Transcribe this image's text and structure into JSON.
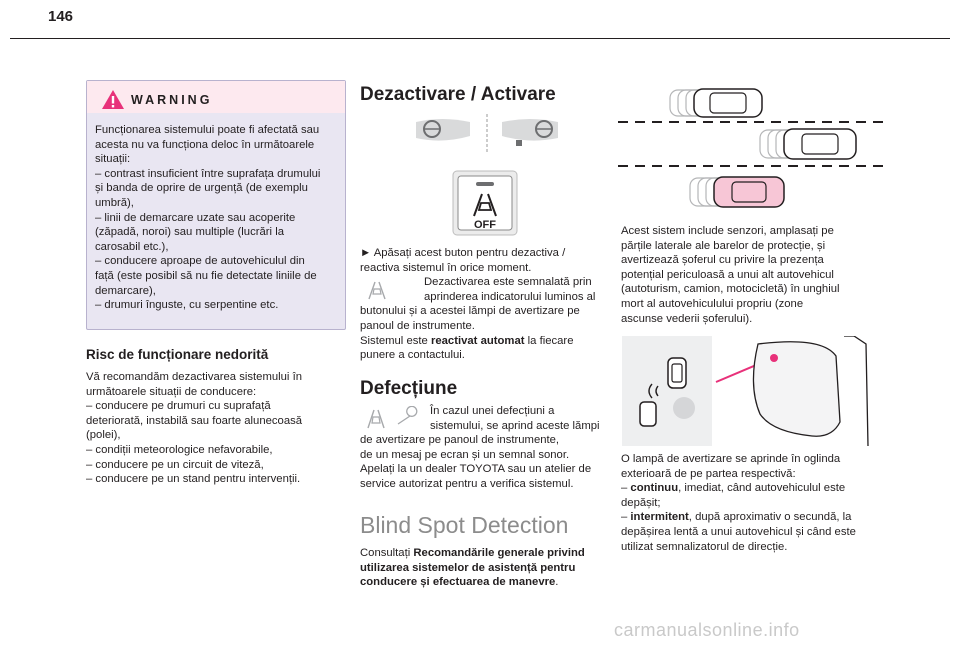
{
  "page_number": "146",
  "warning": {
    "title": "WARNING",
    "lines": [
      "Funcționarea sistemului poate fi afectată sau",
      "acesta nu va funcționa deloc în următoarele",
      "situații:",
      "– contrast insuficient între suprafața drumului",
      "și banda de oprire de urgență (de exemplu",
      "umbră),",
      "– linii de demarcare uzate sau acoperite",
      "(zăpadă, noroi) sau multiple (lucrări la",
      "carosabil etc.),",
      "– conducere aproape de autovehiculul din",
      "față (este posibil să nu fie detectate liniile de",
      "demarcare),",
      "– drumuri înguste, cu serpentine etc."
    ]
  },
  "risk": {
    "heading": "Risc de funcționare nedorită",
    "lines": [
      "Vă recomandăm dezactivarea sistemului în",
      "următoarele situații de conducere:",
      "– conducere pe drumuri cu suprafață",
      "deteriorată, instabilă sau foarte alunecoasă",
      "(polei),",
      "– condiții meteorologice nefavorabile,",
      "– conducere pe un circuit de viteză,",
      "– conducere pe un stand pentru intervenții."
    ]
  },
  "deactivate": {
    "heading": "Dezactivare / Activare",
    "button_label": "OFF",
    "lines": [
      "► Apăsați acest buton pentru dezactiva /",
      "reactiva sistemul în orice moment.",
      "Dezactivarea este semnalată prin",
      "aprinderea indicatorului luminos al",
      "butonului și a acestei lămpi de avertizare pe",
      "panoul de instrumente."
    ],
    "reactivated_prefix": "Sistemul este ",
    "reactivated_bold": "reactivat automat",
    "reactivated_suffix": " la fiecare",
    "reactivated_line2": "punere a contactului."
  },
  "fault": {
    "heading": "Defecțiune",
    "lines": [
      "În cazul unei defecțiuni a",
      "sistemului, se aprind aceste lămpi",
      "de avertizare pe panoul de instrumente,",
      "de un mesaj pe ecran și un semnal sonor.",
      "Apelați la un dealer TOYOTA sau un atelier de",
      "service autorizat pentru a verifica sistemul."
    ]
  },
  "bsd": {
    "heading": "Blind Spot Detection",
    "ref_prefix": "Consultați ",
    "ref_bold_1": "Recomandările generale privind",
    "ref_bold_2": "utilizarea sistemelor de asistență pentru",
    "ref_bold_3": "conducere și efectuarea de manevre",
    "ref_suffix": ".",
    "desc_lines": [
      "Acest sistem include senzori, amplasați pe",
      "părțile laterale ale barelor de protecție, și",
      "avertizează șoferul cu privire la prezența",
      "potențial periculoasă a unui alt autovehicul",
      "(autoturism, camion, motocicletă) în unghiul",
      "mort al autovehiculului propriu (zone",
      "ascunse vederii șoferului)."
    ],
    "lamp_lines": [
      "O lampă de avertizare se aprinde în oglinda",
      "exterioară de pe partea respectivă:"
    ],
    "continuous_bold": "continuu",
    "continuous_rest": ", imediat, când autovehiculul este",
    "continuous_line2": "depășit;",
    "intermittent_bold": "intermitent",
    "intermittent_rest": ", după aproximativ o secundă, la",
    "intermittent_line2": "depășirea lentă a unui autovehicul și când este",
    "intermittent_line3": "utilizat semnalizatorul de direcție."
  },
  "watermark": "carmanualsonline.info",
  "colors": {
    "warning_bg": "#e9e6f2",
    "warning_head": "#fde9ef",
    "accent_pink": "#e8317a",
    "car_pink": "#f7c6d6"
  }
}
